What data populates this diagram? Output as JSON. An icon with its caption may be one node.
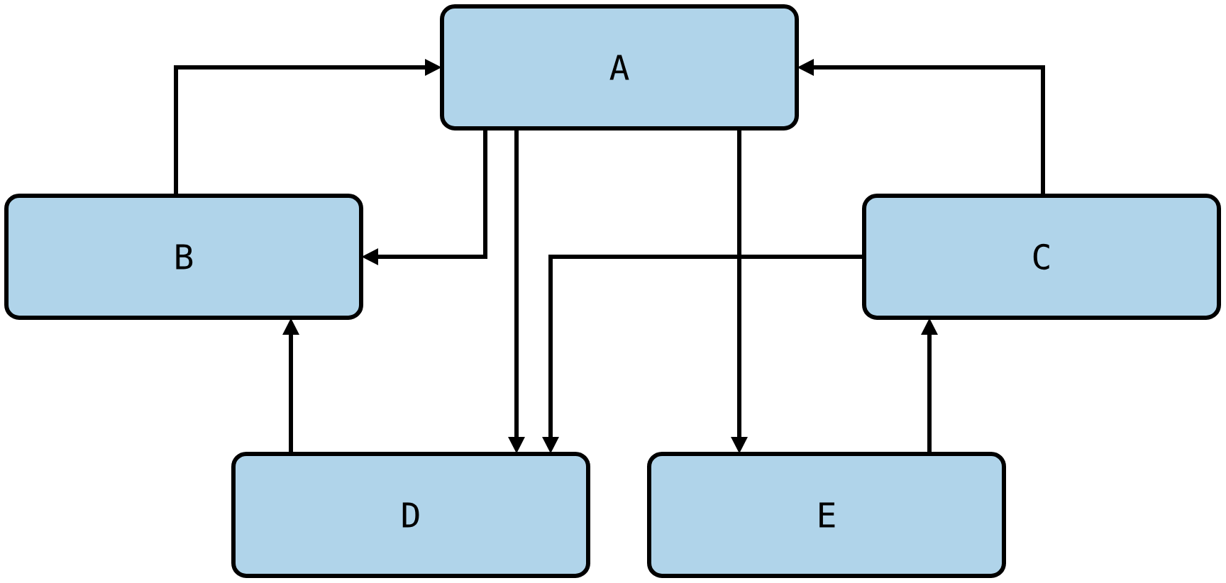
{
  "diagram": {
    "nodes": [
      {
        "text": [
          "A"
        ]
      },
      {
        "text": [
          "B"
        ]
      },
      {
        "text": [
          "C"
        ]
      },
      {
        "text": [
          "D"
        ]
      },
      {
        "text": [
          "E"
        ]
      }
    ],
    "edges": [
      {
        "from": 1,
        "to": 0,
        "arrow": "to"
      },
      {
        "from": 0,
        "to": 1,
        "arrow": "to"
      },
      {
        "from": 2,
        "to": 0,
        "arrow": "to"
      },
      {
        "from": 0,
        "to": 3,
        "arrow": "to"
      },
      {
        "from": 2,
        "to": 3,
        "arrow": "to"
      },
      {
        "from": 0,
        "to": 4,
        "arrow": "to"
      },
      {
        "from": 3,
        "to": 1,
        "arrow": "to"
      },
      {
        "from": 4,
        "to": 2,
        "arrow": "to"
      }
    ]
  }
}
